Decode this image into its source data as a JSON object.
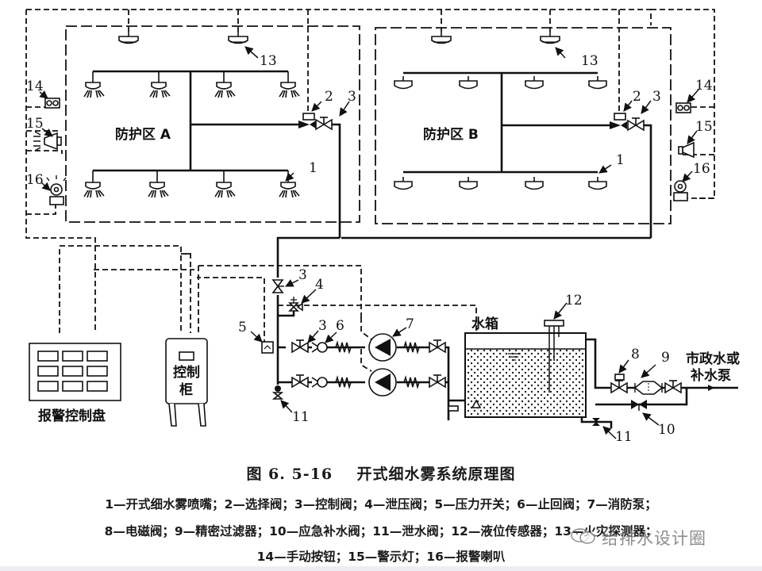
{
  "figure": {
    "number": "图 6. 5-16",
    "title": "开式细水雾系统原理图"
  },
  "zones": [
    {
      "id": "A",
      "label": "防护区 A"
    },
    {
      "id": "B",
      "label": "防护区 B"
    }
  ],
  "equipment_labels": {
    "alarm_panel": "报警控制盘",
    "control_cabinet_line1": "控制",
    "control_cabinet_line2": "柜",
    "water_tank": "水箱",
    "supply_line1": "市政水或",
    "supply_line2": "补水泵"
  },
  "callouts": {
    "n1": "1",
    "n2": "2",
    "n3": "3",
    "n4": "4",
    "n5": "5",
    "n6": "6",
    "n7": "7",
    "n8": "8",
    "n9": "9",
    "n10": "10",
    "n11": "11",
    "n12": "12",
    "n13": "13",
    "n14": "14",
    "n15": "15",
    "n16": "16"
  },
  "legend": [
    {
      "num": "1",
      "name": "开式细水雾喷嘴"
    },
    {
      "num": "2",
      "name": "选择阀"
    },
    {
      "num": "3",
      "name": "控制阀"
    },
    {
      "num": "4",
      "name": "泄压阀"
    },
    {
      "num": "5",
      "name": "压力开关"
    },
    {
      "num": "6",
      "name": "止回阀"
    },
    {
      "num": "7",
      "name": "消防泵"
    },
    {
      "num": "8",
      "name": "电磁阀"
    },
    {
      "num": "9",
      "name": "精密过滤器"
    },
    {
      "num": "10",
      "name": "应急补水阀"
    },
    {
      "num": "11",
      "name": "泄水阀"
    },
    {
      "num": "12",
      "name": "液位传感器"
    },
    {
      "num": "13",
      "name": "火灾探测器"
    },
    {
      "num": "14",
      "name": "手动按钮"
    },
    {
      "num": "15",
      "name": "警示灯"
    },
    {
      "num": "16",
      "name": "报警喇叭"
    }
  ],
  "legend_lines": {
    "line1": "1—开式细水雾喷嘴；2—选择阀；3—控制阀；4—泄压阀；5—压力开关；6—止回阀；7—消防泵；",
    "line2": "8—电磁阀；9—精密过滤器；10—应急补水阀；11—泄水阀；12—液位传感器；13—火灾探测器；",
    "line3": "14—手动按钮；15—警示灯；16—报警喇叭"
  },
  "watermark": "给排水设计圈"
}
